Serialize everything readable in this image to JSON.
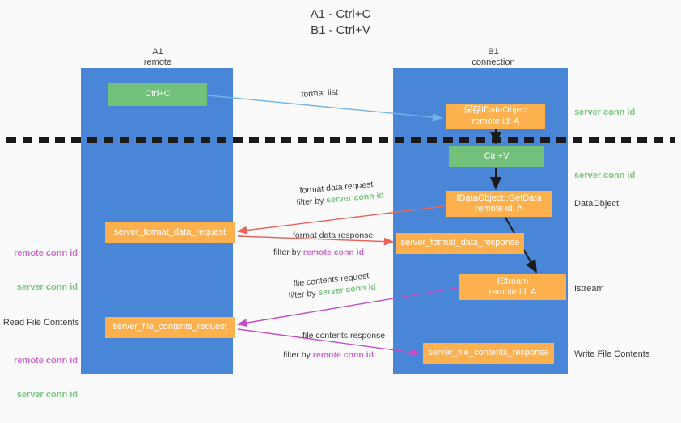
{
  "title": "A1 - Ctrl+C\nB1 - Ctrl+V",
  "colors": {
    "lane": "#4a86d8",
    "green_box": "#72c07a",
    "orange_box": "#fcb04e",
    "server_conn_id": "#7ac47f",
    "remote_conn_id": "#cb6ccb",
    "arrow_blue": "#73b3e7",
    "arrow_red": "#e8645a",
    "arrow_magenta": "#c24fc2",
    "arrow_black": "#1a1a1a",
    "background": "#fafafa",
    "text": "#3c3c3c"
  },
  "columns": {
    "a1": {
      "name": "A1",
      "subtitle": "remote",
      "header": "A1\nremote"
    },
    "b1": {
      "name": "B1",
      "subtitle": "connection",
      "header": "B1\nconnection"
    }
  },
  "boxes": {
    "ctrl_c": {
      "label": "Ctrl+C",
      "color": "green"
    },
    "idataobject": {
      "label": "保存IDataObject\nremote id: A",
      "color": "orange"
    },
    "ctrl_v": {
      "label": "Ctrl+V",
      "color": "green"
    },
    "getdata": {
      "label": "IDataObject::GetData\nremote id: A",
      "color": "orange"
    },
    "server_format_data_request": {
      "label": "server_format_data_request",
      "color": "orange"
    },
    "server_format_data_response": {
      "label": "server_format_data_response",
      "color": "orange"
    },
    "istream": {
      "label": "IStream\nremote id: A",
      "color": "orange"
    },
    "server_file_contents_request": {
      "label": "server_file_contents_request",
      "color": "orange"
    },
    "server_file_contents_response": {
      "label": "server_file_contents_response",
      "color": "orange"
    }
  },
  "right_labels": {
    "server_conn_id_top": "server conn id",
    "server_conn_id_mid": "server conn id",
    "dataobject": "DataObject",
    "istream": "Istream",
    "write_file_contents": "Write File Contents"
  },
  "left_labels": {
    "remote_conn_id_1": "remote conn id",
    "server_conn_id_1": "server conn id",
    "read_file_contents": "Read File Contents",
    "remote_conn_id_2": "remote conn id",
    "server_conn_id_2": "server conn id"
  },
  "annotations": {
    "format_list": "format list",
    "format_data_request": "format data request",
    "filter_by": "filter by ",
    "filter_server_conn_id_1": "server conn id",
    "format_data_response": "format data response",
    "filter_remote_conn_id_1": "remote conn id",
    "file_contents_request": "file contents request",
    "filter_server_conn_id_2": "server conn id",
    "file_contents_response": "file contents response",
    "filter_remote_conn_id_2": "remote conn id"
  }
}
